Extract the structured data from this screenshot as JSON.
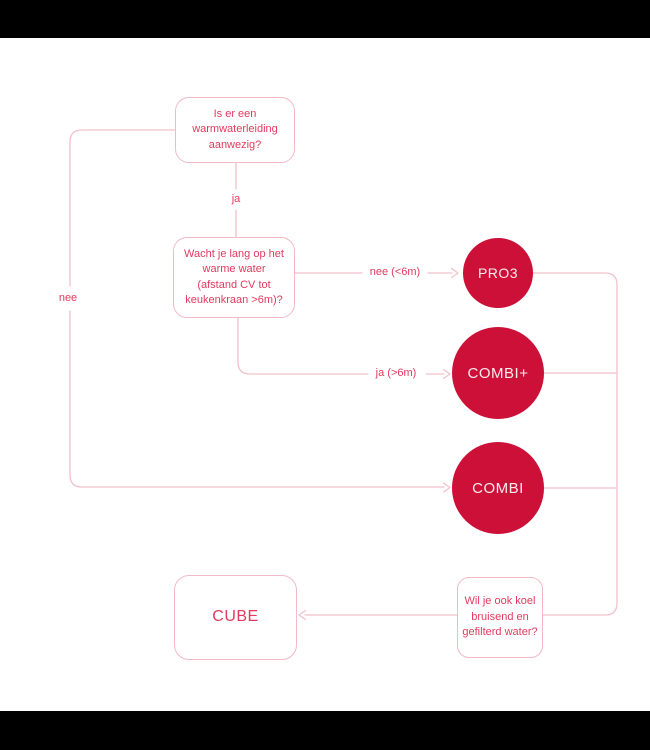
{
  "colors": {
    "background": "#ffffff",
    "letterbox_bar": "#000000",
    "brand_red_circle": "#cd1038",
    "text_red": "#e23a5e",
    "line_pink": "#f1c1cc",
    "box_border_pink": "#f2b9c6",
    "circle_label_text": "#f8ecee"
  },
  "diagram": {
    "questions": {
      "warmwater": {
        "text": "Is er een warmwaterleiding aanwezig?"
      },
      "wachttijd": {
        "text": "Wacht je lang op het warme water (afstand CV tot keukenkraan >6m)?"
      },
      "koelwater": {
        "text": "Wil je ook koel bruisend en gefilterd water?"
      }
    },
    "products": {
      "pro3": {
        "label": "PRO3"
      },
      "combi_plus": {
        "label": "COMBI+"
      },
      "combi": {
        "label": "COMBI"
      },
      "cube": {
        "label": "CUBE"
      }
    },
    "edge_labels": {
      "ja": "ja",
      "nee": "nee",
      "nee_kleiner_6m": "nee (<6m)",
      "ja_groter_6m": "ja (>6m)"
    },
    "edges": [
      {
        "from": "warmwater",
        "to": "wachttijd",
        "label": "ja"
      },
      {
        "from": "warmwater",
        "to": "combi",
        "label": "nee"
      },
      {
        "from": "wachttijd",
        "to": "pro3",
        "label": "nee (<6m)"
      },
      {
        "from": "wachttijd",
        "to": "combi_plus",
        "label": "ja (>6m)"
      },
      {
        "from": "pro3",
        "to": "koelwater",
        "label": ""
      },
      {
        "from": "combi_plus",
        "to": "koelwater",
        "label": ""
      },
      {
        "from": "combi",
        "to": "koelwater",
        "label": ""
      },
      {
        "from": "koelwater",
        "to": "cube",
        "label": ""
      }
    ]
  }
}
